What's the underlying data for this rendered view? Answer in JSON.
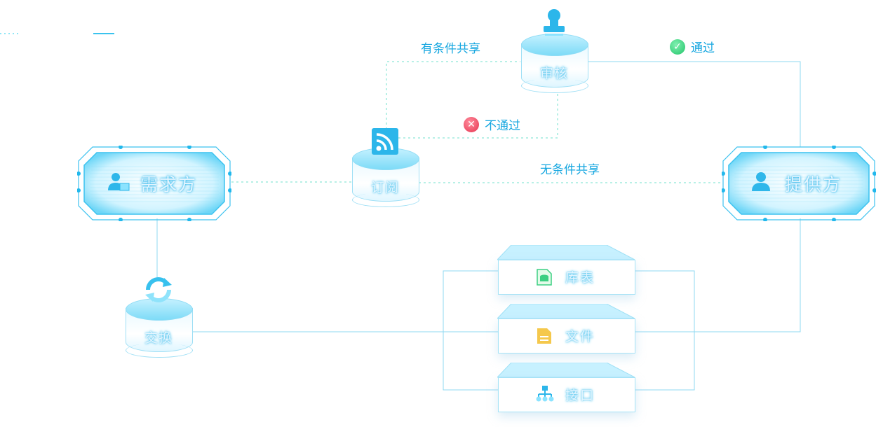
{
  "nodes": {
    "demander": {
      "label": "需求方",
      "icon": "user-card-icon"
    },
    "provider": {
      "label": "提供方",
      "icon": "user-icon"
    },
    "subscribe": {
      "label": "订阅",
      "icon": "rss-icon"
    },
    "review": {
      "label": "审核",
      "icon": "stamp-icon"
    },
    "transform": {
      "label": "交换",
      "icon": "refresh-icon"
    }
  },
  "resources": [
    {
      "label": "库表",
      "icon": "database-file-icon"
    },
    {
      "label": "文件",
      "icon": "document-icon"
    },
    {
      "label": "接口",
      "icon": "hierarchy-icon"
    }
  ],
  "edges": {
    "conditional": "有条件共享",
    "unconditional": "无条件共享",
    "approved": "通过",
    "rejected": "不通过"
  },
  "colors": {
    "accent": "#17a7e0",
    "line": "#8fd8f2",
    "dashed": "#b8f0e6",
    "approved": "#23c46a",
    "rejected": "#e6334f"
  }
}
